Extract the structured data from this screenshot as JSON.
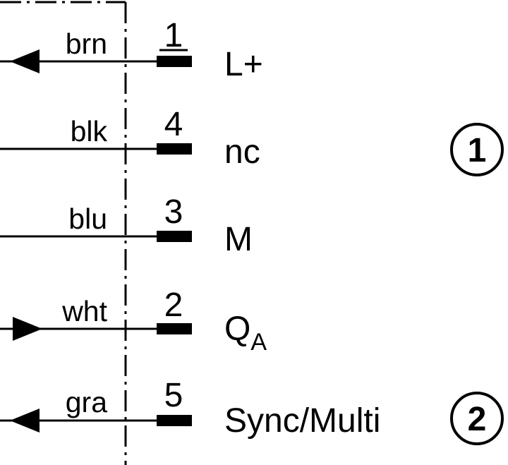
{
  "wires": [
    {
      "color": "brn",
      "pin": "1",
      "signal": "L+",
      "subscript": "",
      "arrow": "out"
    },
    {
      "color": "blk",
      "pin": "4",
      "signal": "nc",
      "subscript": "",
      "arrow": "none"
    },
    {
      "color": "blu",
      "pin": "3",
      "signal": "M",
      "subscript": "",
      "arrow": "none"
    },
    {
      "color": "wht",
      "pin": "2",
      "signal": "Q",
      "subscript": "A",
      "arrow": "in"
    },
    {
      "color": "gra",
      "pin": "5",
      "signal": "Sync/Multi",
      "subscript": "",
      "arrow": "out"
    }
  ],
  "callouts": [
    {
      "label": "1"
    },
    {
      "label": "2"
    }
  ]
}
